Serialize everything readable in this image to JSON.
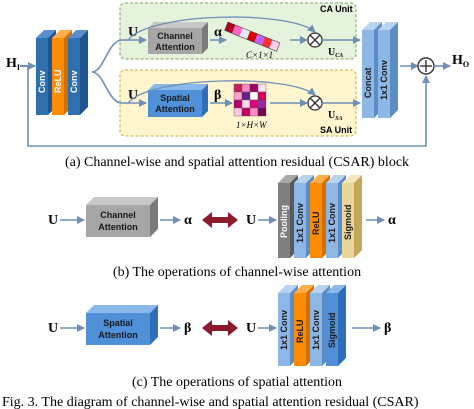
{
  "csar": {
    "input": "H",
    "input_sub": "I",
    "output": "H",
    "output_sub": "O",
    "conv1": "Conv",
    "relu": "ReLU",
    "conv2": "Conv",
    "u_top": "U",
    "u_bottom": "U",
    "ca_unit": "CA Unit",
    "sa_unit": "SA Unit",
    "channel_attention": [
      "Channel",
      "Attention"
    ],
    "spatial_attention": [
      "Spatial",
      "Attention"
    ],
    "alpha": "α",
    "beta": "β",
    "ca_dims": "C×1×1",
    "sa_dims": "1×H×W",
    "uca": "U",
    "uca_sub": "CA",
    "usa": "U",
    "usa_sub": "SA",
    "concat": "Concat",
    "conv1x1": "1x1 Conv",
    "caption": "(a) Channel-wise and spatial attention residual (CSAR) block"
  },
  "ca_ops": {
    "u_left": "U",
    "block": [
      "Channel",
      "Attention"
    ],
    "alpha_left": "α",
    "u_right": "U",
    "layers": [
      "Pooling",
      "1x1 Conv",
      "ReLU",
      "1x1 Conv",
      "Sigmoid"
    ],
    "alpha_right": "α",
    "caption": "(b) The operations of channel-wise attention"
  },
  "sa_ops": {
    "u_left": "U",
    "block": [
      "Spatial",
      "Attention"
    ],
    "beta_left": "β",
    "u_right": "U",
    "layers": [
      "1x1 Conv",
      "ReLU",
      "1x1 Conv",
      "Sigmoid"
    ],
    "beta_right": "β",
    "caption": "(c) The operations of spatial attention"
  },
  "footer_fragment": "Fig. 3. The diagram of channel-wise and spatial attention residual (CSAR)",
  "colors": {
    "conv_blue": "#2e6fb0",
    "relu_orange": "#ff8c00",
    "ca_bg": "#e5f2dc",
    "sa_bg": "#fff6d0",
    "ca_block": "#a6a6a6",
    "sa_block": "#4f90d8",
    "concat_blue": "#8db7e6",
    "pooling_grey": "#7f7f7f",
    "sigmoid_tan": "#ead59a",
    "arrow_blue": "#6d8fb8",
    "double_arrow": "#8b1a2e"
  }
}
